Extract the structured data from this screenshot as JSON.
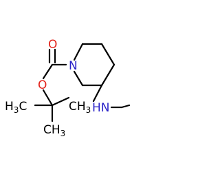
{
  "molecule": {
    "atoms": {
      "ring_n": {
        "label": "N",
        "element": "N"
      },
      "carbonyl_o": {
        "label": "O",
        "element": "O"
      },
      "ester_o": {
        "label": "O",
        "element": "O"
      },
      "amine_n": {
        "label": "HN",
        "element": "N"
      },
      "methyl_h3c": {
        "label": "H",
        "sub": "3",
        "tail": "C"
      },
      "methyl_ch3_top": {
        "label": "CH",
        "sub": "3"
      },
      "methyl_ch3_bottom": {
        "label": "CH",
        "sub": "3"
      }
    },
    "colors": {
      "nitrogen": "#2b24c8",
      "oxygen": "#e3231b",
      "carbon": "#000000"
    }
  }
}
